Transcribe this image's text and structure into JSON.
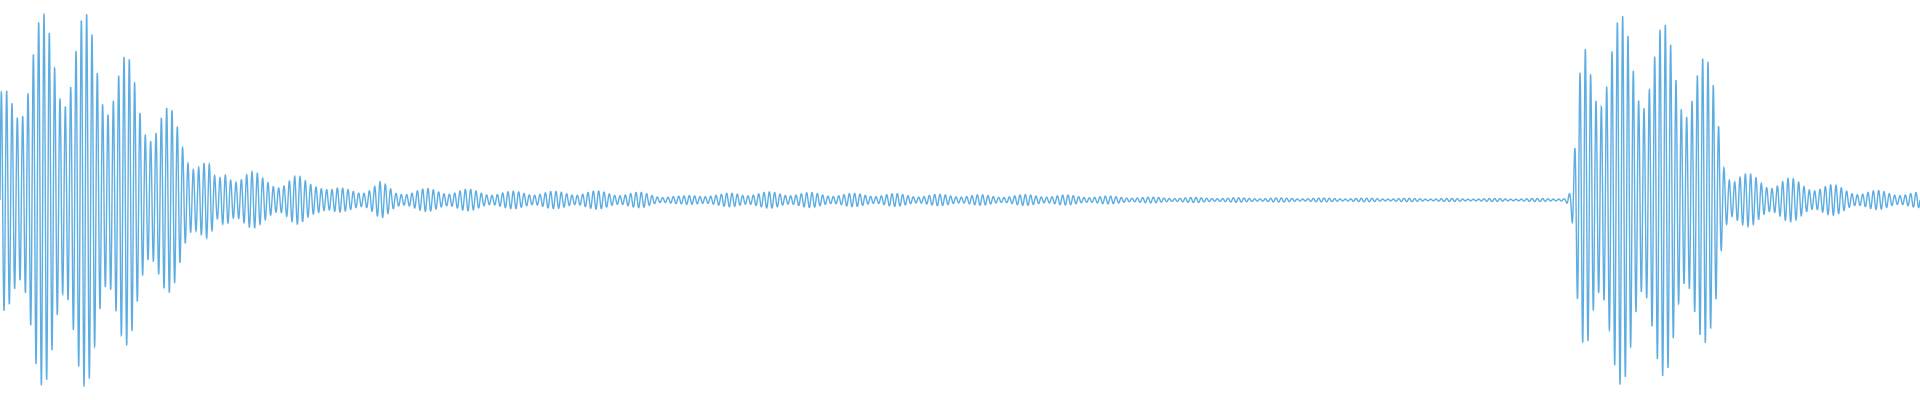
{
  "waveform": {
    "color": "#5dade2",
    "background": "#ffffff",
    "amplitude_envelope": [
      [
        0.0,
        0.55
      ],
      [
        0.006,
        0.72
      ],
      [
        0.012,
        0.88
      ],
      [
        0.018,
        0.97
      ],
      [
        0.024,
        0.99
      ],
      [
        0.03,
        0.99
      ],
      [
        0.036,
        0.97
      ],
      [
        0.042,
        0.99
      ],
      [
        0.048,
        0.98
      ],
      [
        0.054,
        0.92
      ],
      [
        0.06,
        0.84
      ],
      [
        0.066,
        0.77
      ],
      [
        0.072,
        0.66
      ],
      [
        0.078,
        0.62
      ],
      [
        0.084,
        0.54
      ],
      [
        0.09,
        0.47
      ],
      [
        0.096,
        0.38
      ],
      [
        0.102,
        0.3
      ],
      [
        0.108,
        0.22
      ],
      [
        0.113,
        0.1
      ],
      [
        0.118,
        0.2
      ],
      [
        0.124,
        0.18
      ],
      [
        0.13,
        0.16
      ],
      [
        0.136,
        0.13
      ],
      [
        0.142,
        0.13
      ],
      [
        0.148,
        0.12
      ],
      [
        0.154,
        0.13
      ],
      [
        0.16,
        0.11
      ],
      [
        0.166,
        0.13
      ],
      [
        0.172,
        0.07
      ],
      [
        0.18,
        0.06
      ],
      [
        0.19,
        0.07
      ],
      [
        0.198,
        0.1
      ],
      [
        0.206,
        0.05
      ],
      [
        0.216,
        0.06
      ],
      [
        0.228,
        0.06
      ],
      [
        0.24,
        0.06
      ],
      [
        0.252,
        0.05
      ],
      [
        0.264,
        0.045
      ],
      [
        0.276,
        0.05
      ],
      [
        0.29,
        0.045
      ],
      [
        0.305,
        0.05
      ],
      [
        0.32,
        0.045
      ],
      [
        0.335,
        0.04
      ],
      [
        0.345,
        0.025
      ],
      [
        0.355,
        0.02
      ],
      [
        0.365,
        0.035
      ],
      [
        0.375,
        0.03
      ],
      [
        0.385,
        0.045
      ],
      [
        0.395,
        0.04
      ],
      [
        0.405,
        0.045
      ],
      [
        0.42,
        0.04
      ],
      [
        0.44,
        0.035
      ],
      [
        0.46,
        0.035
      ],
      [
        0.48,
        0.03
      ],
      [
        0.5,
        0.03
      ],
      [
        0.52,
        0.025
      ],
      [
        0.54,
        0.03
      ],
      [
        0.56,
        0.025
      ],
      [
        0.58,
        0.02
      ],
      [
        0.6,
        0.015
      ],
      [
        0.64,
        0.012
      ],
      [
        0.7,
        0.01
      ],
      [
        0.76,
        0.008
      ],
      [
        0.8,
        0.008
      ],
      [
        0.815,
        0.01
      ],
      [
        0.818,
        0.05
      ],
      [
        0.82,
        0.25
      ],
      [
        0.822,
        0.6
      ],
      [
        0.826,
        0.92
      ],
      [
        0.832,
        0.97
      ],
      [
        0.84,
        0.98
      ],
      [
        0.85,
        0.97
      ],
      [
        0.86,
        0.95
      ],
      [
        0.87,
        0.92
      ],
      [
        0.876,
        0.88
      ],
      [
        0.882,
        0.85
      ],
      [
        0.888,
        0.76
      ],
      [
        0.894,
        0.65
      ],
      [
        0.898,
        0.3
      ],
      [
        0.902,
        0.16
      ],
      [
        0.91,
        0.14
      ],
      [
        0.92,
        0.12
      ],
      [
        0.93,
        0.12
      ],
      [
        0.94,
        0.1
      ],
      [
        0.95,
        0.09
      ],
      [
        0.96,
        0.07
      ],
      [
        0.97,
        0.05
      ],
      [
        0.98,
        0.05
      ],
      [
        0.99,
        0.045
      ],
      [
        1.0,
        0.04
      ]
    ],
    "cycles": 180
  }
}
